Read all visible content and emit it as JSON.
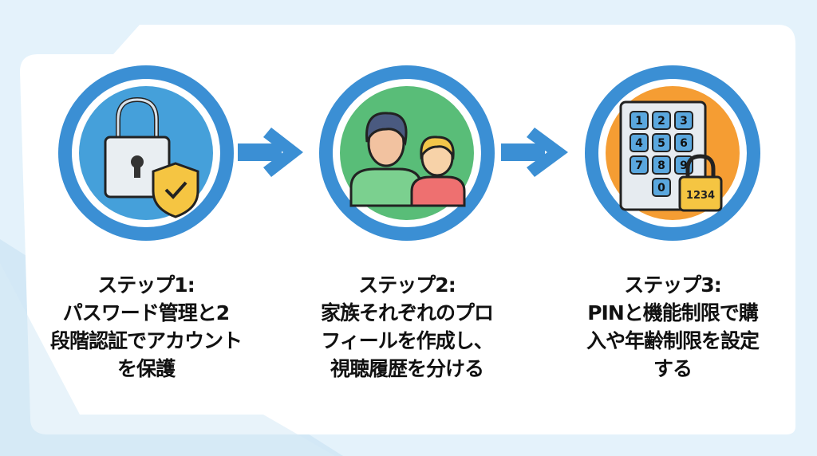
{
  "colors": {
    "ring": "#3b8fd4",
    "step1": "#45a0da",
    "step2": "#59bd78",
    "step3": "#f59d33",
    "arrow": "#3b8fd4"
  },
  "steps": [
    {
      "title": "ステップ1:",
      "lines": [
        "パスワード管理と2",
        "段階認証でアカウント",
        "を保護"
      ],
      "icon": "lock-shield-icon"
    },
    {
      "title": "ステップ2:",
      "lines": [
        "家族それぞれのプロ",
        "フィールを作成し、",
        "視聴履歴を分ける"
      ],
      "icon": "family-profiles-icon"
    },
    {
      "title": "ステップ3:",
      "lines": [
        "PINと機能制限で購",
        "入や年齢制限を設定",
        "する"
      ],
      "icon": "keypad-lock-icon"
    }
  ],
  "keypad": {
    "keys": [
      "1",
      "2",
      "3",
      "4",
      "5",
      "6",
      "7",
      "8",
      "9",
      "0"
    ],
    "pin_label": "1234"
  }
}
